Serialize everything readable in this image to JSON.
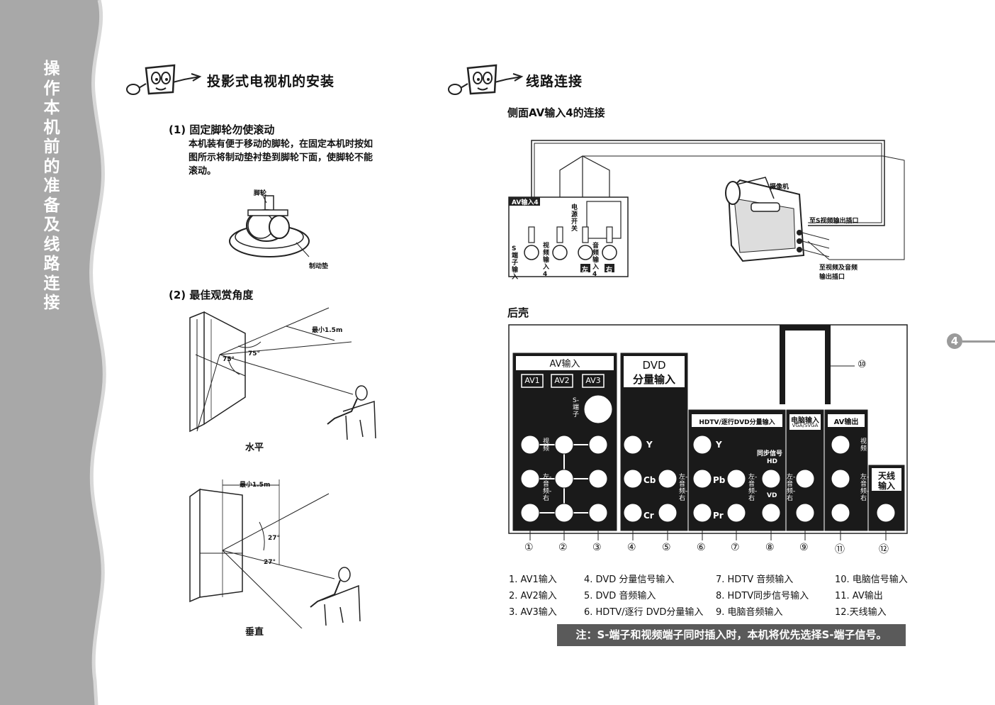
{
  "sidebar": {
    "title_chars": [
      "操",
      "作",
      "本",
      "机",
      "前",
      "的",
      "准",
      "备",
      "及",
      "线",
      "路",
      "连",
      "接"
    ]
  },
  "page_number": "4",
  "left": {
    "heading": "投影式电视机的安装",
    "step1": {
      "title": "(1) 固定脚轮勿使滚动",
      "body_lines": [
        "本机装有便于移动的脚轮，在固定本机时按如",
        "图所示将制动垫衬垫到脚轮下面，使脚轮不能",
        "滚动。"
      ],
      "label_caster": "脚轮",
      "label_pad": "制动垫"
    },
    "step2": {
      "title": "(2) 最佳观赏角度",
      "horizontal": {
        "min_distance": "最小1.5m",
        "angle_left": "75°",
        "angle_right": "75°",
        "caption": "水平"
      },
      "vertical": {
        "min_distance": "最小1.5m",
        "angle_top": "27°",
        "angle_bottom": "27°",
        "caption": "垂直"
      }
    }
  },
  "right": {
    "heading": "线路连接",
    "side_title": "侧面AV输入4的连接",
    "side_panel": {
      "panel_label": "AV输入4",
      "power_switch": "电源开关",
      "s_input": "S端子输入",
      "video_input": "视频输入4",
      "audio_input": "音频输入4",
      "left": "左",
      "right": "右"
    },
    "camcorder": {
      "label": "摄像机",
      "to_s_video": "至S视频输出插口",
      "to_av_out_line1": "至视频及音频",
      "to_av_out_line2": "输出插口"
    },
    "rear_title": "后壳",
    "rear": {
      "av_input_title": "AV输入",
      "av1": "AV1",
      "av2": "AV2",
      "av3": "AV3",
      "s_terminal": "S-端子",
      "video": "视频",
      "audio_lr": "左-音频-右",
      "dvd_title_1": "DVD",
      "dvd_title_2": "分量输入",
      "y": "Y",
      "cb": "Cb",
      "cr": "Cr",
      "pb": "Pb",
      "pr": "Pr",
      "hdtv_title": "HDTV/逐行DVD分量输入",
      "sync_signal": "同步信号",
      "hd": "HD",
      "vd": "VD",
      "pc_input": "电脑输入",
      "vga": "VGA/SVGA",
      "av_output": "AV输出",
      "antenna_1": "天线",
      "antenna_2": "输入",
      "callout_10": "⑩",
      "numbers": [
        "①",
        "②",
        "③",
        "④",
        "⑤",
        "⑥",
        "⑦",
        "⑧",
        "⑨",
        "⑪",
        "⑫"
      ]
    },
    "legend": [
      "1. AV1输入",
      "2. AV2输入",
      "3. AV3输入",
      "4. DVD 分量信号输入",
      "5. DVD 音频输入",
      "6. HDTV/逐行 DVD分量输入",
      "7. HDTV 音频输入",
      "8. HDTV同步信号输入",
      "9. 电脑音频输入",
      "10. 电脑信号输入",
      "11. AV输出",
      "12.天线输入"
    ],
    "note": "注：S-端子和视频端子同时插入时，本机将优先选择S-端子信号。"
  }
}
